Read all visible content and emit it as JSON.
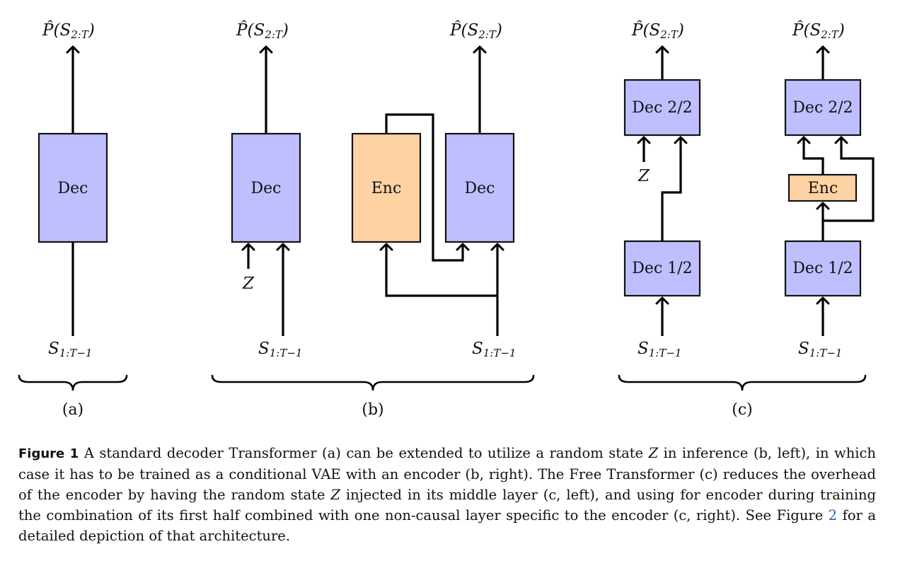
{
  "labels": {
    "dec": "Dec",
    "enc": "Enc",
    "dec_half_top": "Dec 2/2",
    "dec_half_bottom": "Dec 1/2",
    "z": "Z",
    "output_p": "P̂",
    "output_arg": "(S",
    "output_sub": "2:T",
    "output_close": ")",
    "input_s": "S",
    "input_sub": "1:T−1"
  },
  "panels": {
    "a": "(a)",
    "b": "(b)",
    "c": "(c)"
  },
  "colors": {
    "decoder": "#bfbfff",
    "encoder": "#ffd2a3",
    "link": "#1f5fbf"
  },
  "caption": {
    "figure_label": "Figure 1",
    "part1": " A standard decoder Transformer (a) can be extended to utilize a random state ",
    "var1": "Z",
    "part2": " in inference (b, left), in which case it has to be trained as a conditional VAE with an encoder (b, right). The Free Transformer (c) reduces the overhead of the encoder by having the random state ",
    "var2": "Z",
    "part3": " injected in its middle layer (c, left), and using for encoder during training the combination of its first half combined with one non-causal layer specific to the encoder (c, right). See Figure ",
    "ref": "2",
    "part4": " for a detailed depiction of that architecture."
  }
}
